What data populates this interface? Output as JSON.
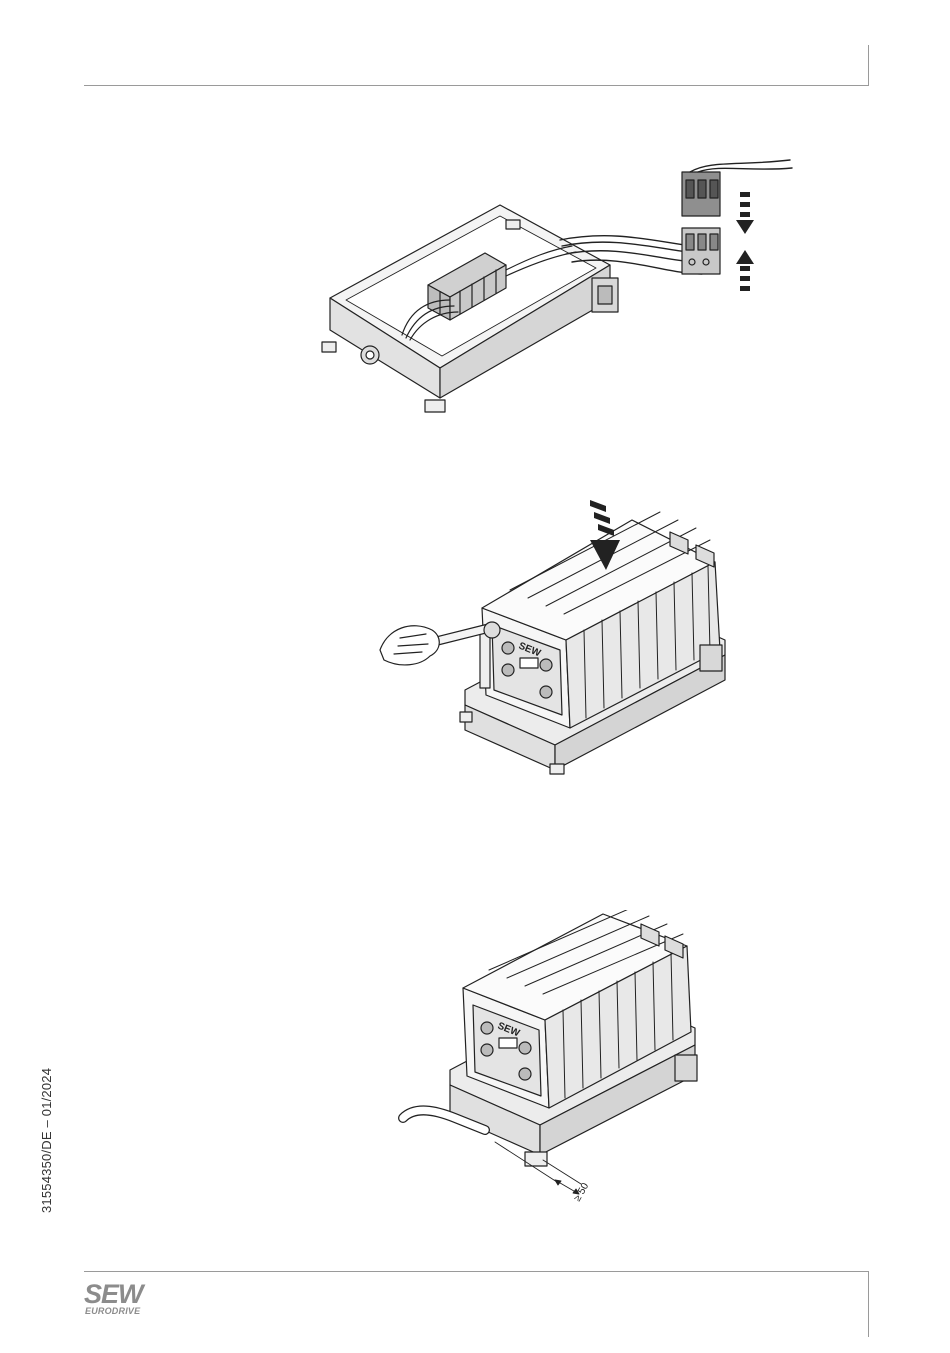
{
  "footer": {
    "doc_id": "31554350/DE – 01/2024",
    "logo_main": "SEW",
    "logo_sub": "EURODRIVE"
  },
  "figures": {
    "fig2_brand": "SEW",
    "fig3_brand": "SEW",
    "fig3_dimension": "≥ 50"
  }
}
